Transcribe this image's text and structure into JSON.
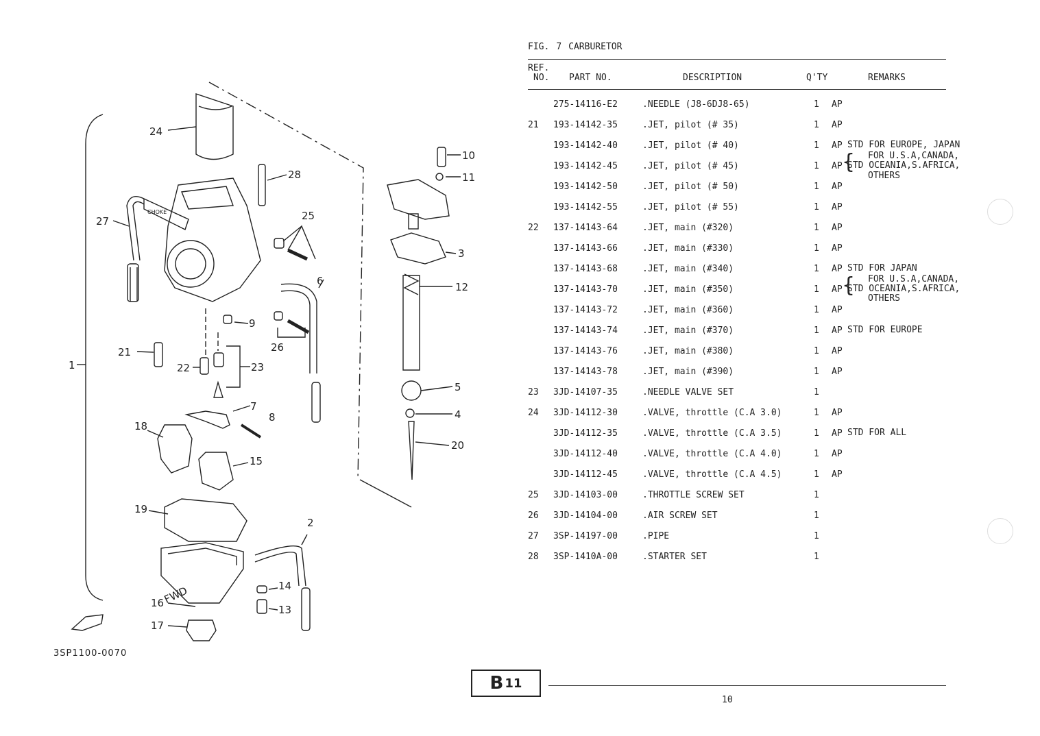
{
  "figure": {
    "fig_label": "FIG.",
    "fig_number": "7",
    "fig_title": "CARBURETOR"
  },
  "headers": {
    "ref_line1": "REF.",
    "ref_line2": "NO.",
    "part_no": "PART NO.",
    "description": "DESCRIPTION",
    "qty": "Q'TY",
    "remarks": "REMARKS"
  },
  "rows": [
    {
      "ref": "",
      "part": "275-14116-E2",
      "desc": ".NEEDLE (J8-6DJ8-65)",
      "qty": "1",
      "ap": "AP"
    },
    {
      "ref": "21",
      "part": "193-14142-35",
      "desc": ".JET, pilot (# 35)",
      "qty": "1",
      "ap": "AP"
    },
    {
      "ref": "",
      "part": "193-14142-40",
      "desc": ".JET, pilot (# 40)",
      "qty": "1",
      "ap": "AP"
    },
    {
      "ref": "",
      "part": "193-14142-45",
      "desc": ".JET, pilot (# 45)",
      "qty": "1",
      "ap": "AP"
    },
    {
      "ref": "",
      "part": "193-14142-50",
      "desc": ".JET, pilot (# 50)",
      "qty": "1",
      "ap": "AP"
    },
    {
      "ref": "",
      "part": "193-14142-55",
      "desc": ".JET, pilot (# 55)",
      "qty": "1",
      "ap": "AP"
    },
    {
      "ref": "22",
      "part": "137-14143-64",
      "desc": ".JET, main (#320)",
      "qty": "1",
      "ap": "AP"
    },
    {
      "ref": "",
      "part": "137-14143-66",
      "desc": ".JET, main (#330)",
      "qty": "1",
      "ap": "AP"
    },
    {
      "ref": "",
      "part": "137-14143-68",
      "desc": ".JET, main (#340)",
      "qty": "1",
      "ap": "AP"
    },
    {
      "ref": "",
      "part": "137-14143-70",
      "desc": ".JET, main (#350)",
      "qty": "1",
      "ap": "AP"
    },
    {
      "ref": "",
      "part": "137-14143-72",
      "desc": ".JET, main (#360)",
      "qty": "1",
      "ap": "AP"
    },
    {
      "ref": "",
      "part": "137-14143-74",
      "desc": ".JET, main (#370)",
      "qty": "1",
      "ap": "AP"
    },
    {
      "ref": "",
      "part": "137-14143-76",
      "desc": ".JET, main (#380)",
      "qty": "1",
      "ap": "AP"
    },
    {
      "ref": "",
      "part": "137-14143-78",
      "desc": ".JET, main (#390)",
      "qty": "1",
      "ap": "AP"
    },
    {
      "ref": "23",
      "part": "3JD-14107-35",
      "desc": ".NEEDLE VALVE SET",
      "qty": "1",
      "ap": ""
    },
    {
      "ref": "24",
      "part": "3JD-14112-30",
      "desc": ".VALVE, throttle (C.A 3.0)",
      "qty": "1",
      "ap": "AP"
    },
    {
      "ref": "",
      "part": "3JD-14112-35",
      "desc": ".VALVE, throttle (C.A 3.5)",
      "qty": "1",
      "ap": "AP"
    },
    {
      "ref": "",
      "part": "3JD-14112-40",
      "desc": ".VALVE, throttle (C.A 4.0)",
      "qty": "1",
      "ap": "AP"
    },
    {
      "ref": "",
      "part": "3JD-14112-45",
      "desc": ".VALVE, throttle (C.A 4.5)",
      "qty": "1",
      "ap": "AP"
    },
    {
      "ref": "25",
      "part": "3JD-14103-00",
      "desc": ".THROTTLE SCREW SET",
      "qty": "1",
      "ap": ""
    },
    {
      "ref": "26",
      "part": "3JD-14104-00",
      "desc": ".AIR SCREW SET",
      "qty": "1",
      "ap": ""
    },
    {
      "ref": "27",
      "part": "3SP-14197-00",
      "desc": ".PIPE",
      "qty": "1",
      "ap": ""
    },
    {
      "ref": "28",
      "part": "3SP-1410A-00",
      "desc": ".STARTER SET",
      "qty": "1",
      "ap": ""
    }
  ],
  "remarks": {
    "pilot_std": "STD FOR EUROPE, JAPAN",
    "pilot_usa": "FOR U.S.A,CANADA,",
    "pilot_std2": "STD OCEANIA,S.AFRICA,",
    "pilot_others": "OTHERS",
    "main_std": "STD FOR JAPAN",
    "main_usa": "FOR U.S.A,CANADA,",
    "main_std2": "STD OCEANIA,S.AFRICA,",
    "main_others": "OTHERS",
    "main_europe": "STD FOR EUROPE",
    "valve_all": "STD FOR ALL"
  },
  "diagram": {
    "code": "3SP1100-0070",
    "fwd": "FWD",
    "choke": "CHOKE",
    "callouts": [
      "1",
      "2",
      "3",
      "4",
      "5",
      "6",
      "7",
      "8",
      "9",
      "10",
      "11",
      "12",
      "13",
      "14",
      "15",
      "16",
      "17",
      "18",
      "19",
      "20",
      "21",
      "22",
      "23",
      "24",
      "25",
      "26",
      "27",
      "28"
    ]
  },
  "footer": {
    "section": "B",
    "section_num": "11",
    "page": "10"
  }
}
